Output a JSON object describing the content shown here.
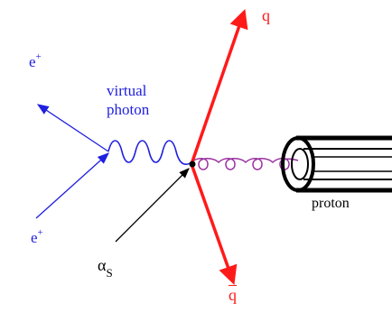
{
  "labels": {
    "positron_top": {
      "text": "e",
      "superscript": "+"
    },
    "positron_bottom": {
      "text": "e",
      "superscript": "+"
    },
    "virtual_photon": [
      "virtual",
      "photon"
    ],
    "quark": "q",
    "antiquark": "q",
    "proton": "proton",
    "coupling": {
      "symbol": "α",
      "subscript": "S"
    }
  },
  "colors": {
    "lepton": "#2020e0",
    "photon": "#2020e0",
    "quark": "#ff1a1a",
    "gluon": "#9a30a0",
    "proton": "#000000",
    "arrow": "#000000"
  }
}
